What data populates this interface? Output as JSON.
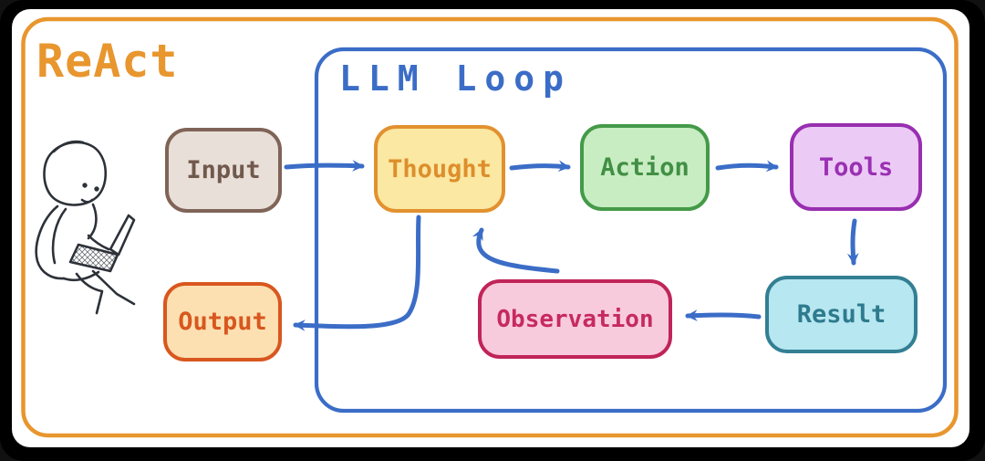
{
  "frame": {
    "title": "ReAct"
  },
  "loop": {
    "label": "LLM Loop"
  },
  "nodes": {
    "input": {
      "label": "Input",
      "fill": "#e9dfd9",
      "border": "#7f6457",
      "text": "#70594c"
    },
    "thought": {
      "label": "Thought",
      "fill": "#fbe8a2",
      "border": "#e2912f",
      "text": "#dd8e2b"
    },
    "action": {
      "label": "Action",
      "fill": "#c8edc3",
      "border": "#449a48",
      "text": "#418f44"
    },
    "tools": {
      "label": "Tools",
      "fill": "#eccaf6",
      "border": "#982fb0",
      "text": "#9a30b2"
    },
    "result": {
      "label": "Result",
      "fill": "#b7e7f0",
      "border": "#337f93",
      "text": "#2e7a8e"
    },
    "observation": {
      "label": "Observation",
      "fill": "#f8cbdc",
      "border": "#c02458",
      "text": "#c62a5e"
    },
    "output": {
      "label": "Output",
      "fill": "#fce0b2",
      "border": "#d8571f",
      "text": "#d8571f"
    }
  },
  "edges": [
    {
      "from": "Input",
      "to": "Thought"
    },
    {
      "from": "Thought",
      "to": "Action"
    },
    {
      "from": "Action",
      "to": "Tools"
    },
    {
      "from": "Tools",
      "to": "Result"
    },
    {
      "from": "Result",
      "to": "Observation"
    },
    {
      "from": "Observation",
      "to": "Thought"
    },
    {
      "from": "Thought",
      "to": "Output"
    }
  ],
  "colors": {
    "accent_orange": "#e8962e",
    "accent_blue": "#3b6dc7",
    "frame_black": "#000000",
    "ink": "#2d3138"
  }
}
